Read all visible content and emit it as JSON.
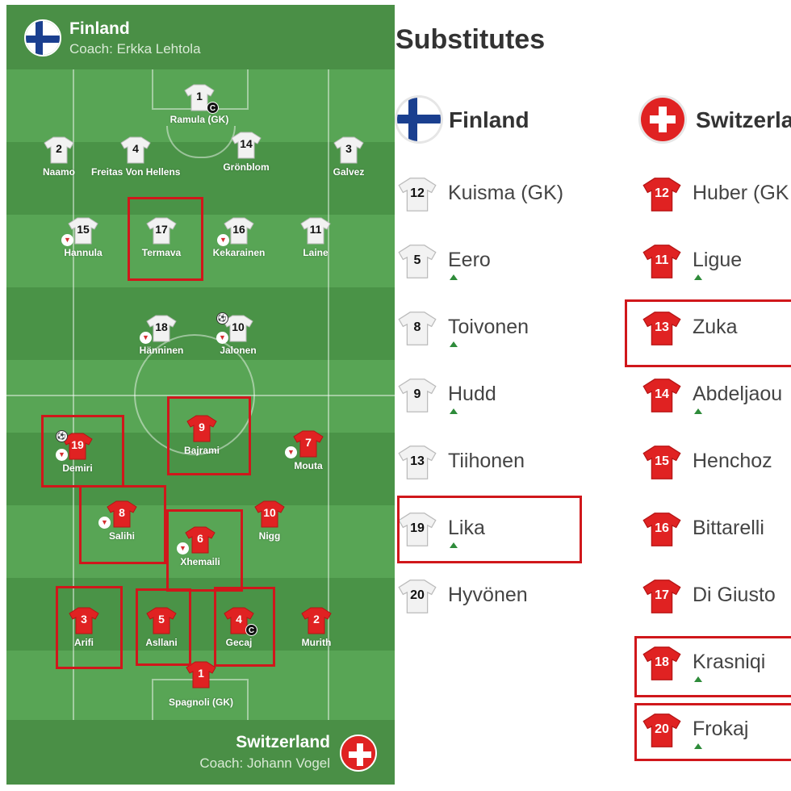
{
  "colors": {
    "pitch": "#4f9a4c",
    "home_shirt": "#f2f2f2",
    "away_shirt": "#e02222",
    "highlight": "#d0171b",
    "sub_in_arrow": "#2e8b3a"
  },
  "home": {
    "team": "Finland",
    "coach": "Coach: Erkka Lehtola",
    "flag_icon": "finland-flag-icon",
    "players": [
      {
        "num": "1",
        "name": "Ramula (GK)",
        "captain": true
      },
      {
        "num": "2",
        "name": "Naamo"
      },
      {
        "num": "4",
        "name": "Freitas Von Hellens"
      },
      {
        "num": "14",
        "name": "Grönblom"
      },
      {
        "num": "3",
        "name": "Galvez"
      },
      {
        "num": "15",
        "name": "Hannula",
        "subbed": true
      },
      {
        "num": "17",
        "name": "Termava"
      },
      {
        "num": "16",
        "name": "Kekarainen",
        "subbed": true
      },
      {
        "num": "11",
        "name": "Laine"
      },
      {
        "num": "18",
        "name": "Hänninen",
        "subbed": true
      },
      {
        "num": "10",
        "name": "Jalonen",
        "subbed": true,
        "goal": true
      }
    ]
  },
  "away": {
    "team": "Switzerland",
    "coach": "Coach: Johann Vogel",
    "flag_icon": "switzerland-flag-icon",
    "players": [
      {
        "num": "19",
        "name": "Demiri",
        "subbed": true,
        "goal": true
      },
      {
        "num": "9",
        "name": "Bajrami"
      },
      {
        "num": "7",
        "name": "Mouta",
        "subbed": true
      },
      {
        "num": "8",
        "name": "Salihi",
        "subbed": true
      },
      {
        "num": "10",
        "name": "Nigg"
      },
      {
        "num": "6",
        "name": "Xhemaili",
        "subbed": true
      },
      {
        "num": "3",
        "name": "Arifi"
      },
      {
        "num": "5",
        "name": "Asllani"
      },
      {
        "num": "4",
        "name": "Gecaj",
        "captain": true
      },
      {
        "num": "2",
        "name": "Murith"
      },
      {
        "num": "1",
        "name": "Spagnoli (GK)"
      }
    ]
  },
  "substitutes": {
    "title": "Substitutes",
    "home": {
      "team": "Finland",
      "players": [
        {
          "num": "12",
          "name": "Kuisma (GK)"
        },
        {
          "num": "5",
          "name": "Eero",
          "came_on": true
        },
        {
          "num": "8",
          "name": "Toivonen",
          "came_on": true
        },
        {
          "num": "9",
          "name": "Hudd",
          "came_on": true
        },
        {
          "num": "13",
          "name": "Tiihonen"
        },
        {
          "num": "19",
          "name": "Lika",
          "came_on": true
        },
        {
          "num": "20",
          "name": "Hyvönen"
        }
      ]
    },
    "away": {
      "team": "Switzerla",
      "players": [
        {
          "num": "12",
          "name": "Huber (GK"
        },
        {
          "num": "11",
          "name": "Ligue",
          "came_on": true
        },
        {
          "num": "13",
          "name": "Zuka"
        },
        {
          "num": "14",
          "name": "Abdeljaou",
          "came_on": true
        },
        {
          "num": "15",
          "name": "Henchoz"
        },
        {
          "num": "16",
          "name": "Bittarelli"
        },
        {
          "num": "17",
          "name": "Di Giusto"
        },
        {
          "num": "18",
          "name": "Krasniqi",
          "came_on": true
        },
        {
          "num": "20",
          "name": "Frokaj",
          "came_on": true
        }
      ]
    }
  }
}
